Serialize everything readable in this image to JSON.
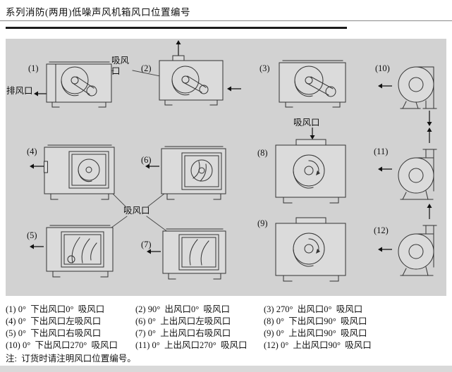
{
  "page": {
    "title": "系列消防(两用)低噪声风机箱风口位置编号"
  },
  "panel": {
    "labels": {
      "exhaust": "排风口",
      "suction_top": "吸风口",
      "suction_mid": "吸风口",
      "suction_center": "吸风口"
    },
    "figures": [
      {
        "num": "(1)"
      },
      {
        "num": "(2)"
      },
      {
        "num": "(3)"
      },
      {
        "num": "(4)"
      },
      {
        "num": "(5)"
      },
      {
        "num": "(6)"
      },
      {
        "num": "(7)"
      },
      {
        "num": "(8)"
      },
      {
        "num": "(9)"
      },
      {
        "num": "(10)"
      },
      {
        "num": "(11)"
      },
      {
        "num": "(12)"
      }
    ]
  },
  "icons": {
    "arrow_left": "←",
    "arrow_up": "↑",
    "arrow_down": "↓"
  },
  "legend": {
    "entries": [
      "(1) 0°  下出风口0°  吸风口",
      "(2) 90°  出风口0°  吸风口",
      "(3) 270°  出风口0°  吸风口",
      "(4) 0°  下出风口左吸风口",
      "(6) 0°  上出风口左吸风口",
      "(8) 0°  下出风口90°  吸风口",
      "(5) 0°  下出风口右吸风口",
      "(7) 0°  上出风口右吸风口",
      "(9) 0°  上出风口90°  吸风口",
      "(10) 0°  下出风口270°  吸风口",
      "(11) 0°  上出风口270°  吸风口",
      "(12) 0°  上出风口90°  吸风口"
    ],
    "note": "注:  订货时请注明风口位置编号。"
  }
}
